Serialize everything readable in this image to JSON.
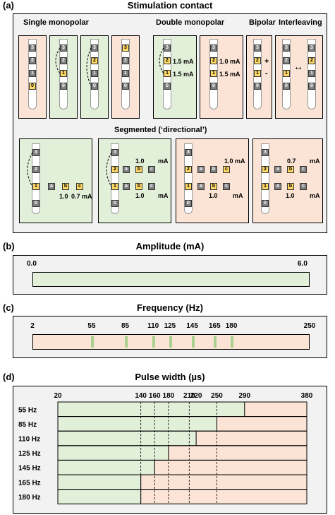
{
  "panel_a": {
    "label": "(a)",
    "title": "Stimulation contact",
    "groups": {
      "single": "Single monopolar",
      "double": "Double monopolar",
      "bipolar": "Bipolar",
      "interleaving": "Interleaving",
      "segmented": "Segmented (‘directional’)"
    },
    "double_labels": {
      "a1": "1.5 mA",
      "a2": "1.5 mA",
      "b1": "1.0 mA",
      "b2": "1.5 mA"
    },
    "bipolar_signs": {
      "plus": "+",
      "minus": "-"
    },
    "interleave_arrow": "↔",
    "seg_labels": {
      "s1_b": "1.0",
      "s1_c": "0.7 mA",
      "s2_top": "1.0",
      "s2_top_unit": "mA",
      "s2_bot": "1.0",
      "s2_bot_unit": "mA",
      "s3_top": "1.0 mA",
      "s3_bot": "1.0",
      "s3_bot_unit": "mA",
      "s4_top": "0.7",
      "s4_top_unit": "mA",
      "s4_bot": "1.0",
      "s4_bot_unit": "mA"
    }
  },
  "panel_b": {
    "label": "(b)",
    "title": "Amplitude (mA)",
    "min_label": "0.0",
    "max_label": "6.0",
    "color": "#e2efd9"
  },
  "panel_c": {
    "label": "(c)",
    "title": "Frequency (Hz)",
    "min": 2,
    "max": 250,
    "ticks": [
      "2",
      "55",
      "85",
      "110",
      "125",
      "145",
      "165",
      "180",
      "250"
    ],
    "markers": [
      55,
      85,
      110,
      125,
      145,
      165,
      180
    ],
    "color": "#fbe4d5",
    "marker_color": "#a9d18e"
  },
  "panel_d": {
    "label": "(d)",
    "title": "Pulse width (µs)",
    "ticks": [
      "20",
      "140",
      "160",
      "180",
      "210",
      "220",
      "250",
      "290",
      "380"
    ],
    "rows": [
      {
        "label": "55 Hz",
        "max": 290
      },
      {
        "label": "85 Hz",
        "max": 250
      },
      {
        "label": "110 Hz",
        "max": 220
      },
      {
        "label": "125 Hz",
        "max": 180
      },
      {
        "label": "145 Hz",
        "max": 160
      },
      {
        "label": "165 Hz",
        "max": 140
      },
      {
        "label": "180 Hz",
        "max": 140
      }
    ],
    "dashed_at": [
      140,
      160,
      180,
      210,
      250
    ],
    "green": "#e2efd9",
    "salmon": "#fbe4d5"
  }
}
